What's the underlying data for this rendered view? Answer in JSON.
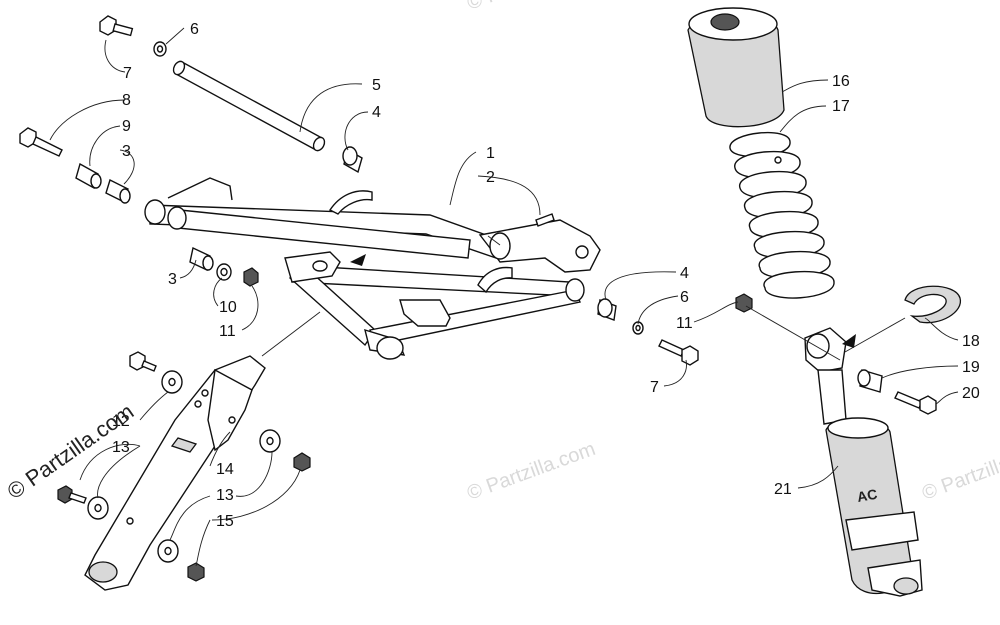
{
  "watermarks": {
    "main": "© Partzilla.com",
    "corner": "© Partzilla.com",
    "repeat": "© Partzilla.com"
  },
  "callouts": {
    "c1": "1",
    "c2": "2",
    "c3a": "3",
    "c3b": "3",
    "c4a": "4",
    "c4b": "4",
    "c5": "5",
    "c6a": "6",
    "c6b": "6",
    "c7a": "7",
    "c7b": "7",
    "c8": "8",
    "c9": "9",
    "c10": "10",
    "c11a": "11",
    "c11b": "11",
    "c12": "12",
    "c13a": "13",
    "c13b": "13",
    "c14": "14",
    "c15": "15",
    "c16": "16",
    "c17": "17",
    "c18": "18",
    "c19": "19",
    "c20": "20",
    "c21": "21"
  },
  "shock_text": "AC"
}
